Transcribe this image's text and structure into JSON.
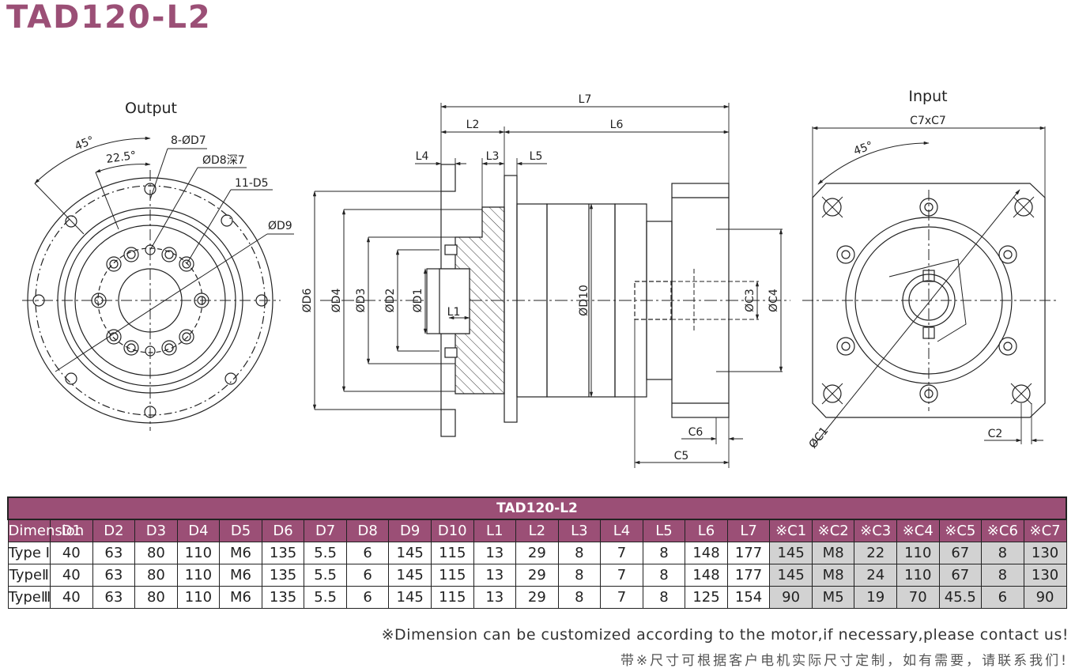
{
  "title": "TAD120-L2",
  "views": {
    "output": "Output",
    "input": "Input"
  },
  "drawing_labels": {
    "output": {
      "angle_45": "45°",
      "angle_22": "22.5°",
      "d7": "8-ØD7",
      "d8": "ØD8深7",
      "d5": "11-D5",
      "d9": "ØD9"
    },
    "side": {
      "l7": "L7",
      "l2": "L2",
      "l6": "L6",
      "l4": "L4",
      "l3": "L3",
      "l5": "L5",
      "l1": "L1",
      "d6": "ØD6",
      "d4": "ØD4",
      "d3": "ØD3",
      "d2": "ØD2",
      "d1": "ØD1",
      "d10": "ØD10",
      "c3": "ØC3",
      "c4": "ØC4",
      "c6": "C6",
      "c5": "C5"
    },
    "input": {
      "c7": "C7xC7",
      "angle_45": "45°",
      "c1": "ØC1",
      "c2": "C2"
    }
  },
  "table": {
    "caption": "TAD120-L2",
    "columns": [
      "Dimension",
      "D1",
      "D2",
      "D3",
      "D4",
      "D5",
      "D6",
      "D7",
      "D8",
      "D9",
      "D10",
      "L1",
      "L2",
      "L3",
      "L4",
      "L5",
      "L6",
      "L7",
      "※C1",
      "※C2",
      "※C3",
      "※C4",
      "※C5",
      "※C6",
      "※C7"
    ],
    "rows": [
      {
        "label": "Type Ⅰ",
        "cells": [
          "40",
          "63",
          "80",
          "110",
          "M6",
          "135",
          "5.5",
          "6",
          "145",
          "115",
          "13",
          "29",
          "8",
          "7",
          "8",
          "148",
          "177",
          "145",
          "M8",
          "22",
          "110",
          "67",
          "8",
          "130"
        ]
      },
      {
        "label": "TypeⅡ",
        "cells": [
          "40",
          "63",
          "80",
          "110",
          "M6",
          "135",
          "5.5",
          "6",
          "145",
          "115",
          "13",
          "29",
          "8",
          "7",
          "8",
          "148",
          "177",
          "145",
          "M8",
          "24",
          "110",
          "67",
          "8",
          "130"
        ]
      },
      {
        "label": "TypeⅢ",
        "cells": [
          "40",
          "63",
          "80",
          "110",
          "M6",
          "135",
          "5.5",
          "6",
          "145",
          "115",
          "13",
          "29",
          "8",
          "7",
          "8",
          "125",
          "154",
          "90",
          "M5",
          "19",
          "70",
          "45.5",
          "6",
          "90"
        ]
      }
    ]
  },
  "notes": {
    "english": "※Dimension can be customized according to the motor,if necessary,please contact us!",
    "chinese": "带※尺寸可根据客户电机实际尺寸定制，如有需要，请联系我们!"
  },
  "colors": {
    "accent": "#9b4f76",
    "grey_cell": "#d2d2d2"
  }
}
